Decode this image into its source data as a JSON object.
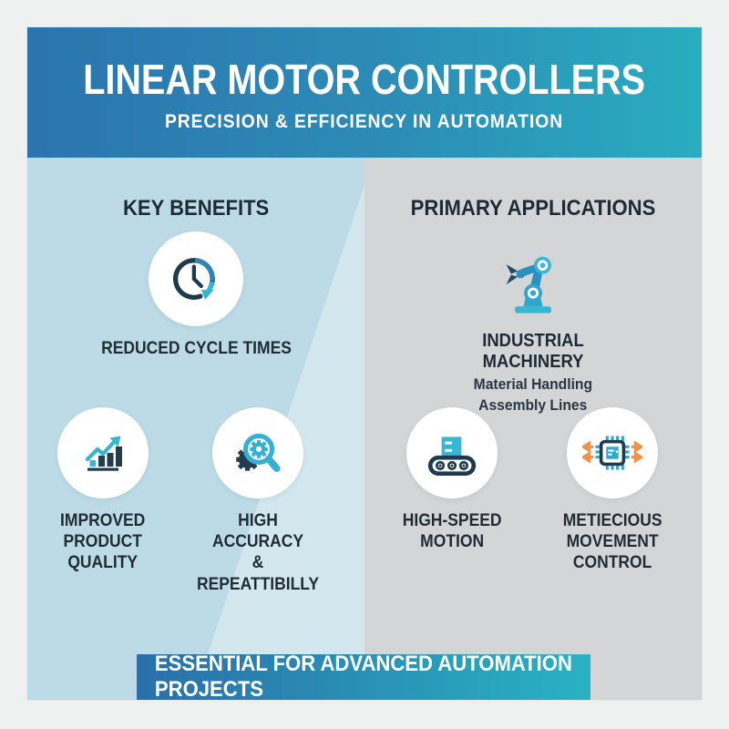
{
  "header": {
    "title": "LINEAR MOTOR CONTROLLERS",
    "subtitle": "PRECISION & EFFICIENCY IN AUTOMATION"
  },
  "left_column": {
    "heading": "KEY BENEFITS",
    "items": [
      {
        "icon": "clock-cycle-icon",
        "label": "REDUCED CYCLE TIMES"
      },
      {
        "icon": "bar-chart-growth-icon",
        "label": "IMPROVED\nPRODUCT\nQUALITY"
      },
      {
        "icon": "gear-magnifier-icon",
        "label": "HIGH ACCURACY\n& REPEATTIBILLY"
      }
    ]
  },
  "right_column": {
    "heading": "PRIMARY APPLICATIONS",
    "featured": {
      "icon": "robot-arm-icon",
      "title": "INDUSTRIAL MACHINERY",
      "sub1": "Material Handling",
      "sub2": "Assembly Lines"
    },
    "items": [
      {
        "icon": "conveyor-belt-icon",
        "label": "HIGH-SPEED\nMOTION"
      },
      {
        "icon": "microchip-arrows-icon",
        "label": "METIECIOUS\nMOVEMENT\nCONTROL"
      }
    ]
  },
  "footer": {
    "banner": "ESSENTIAL FOR ADVANCED AUTOMATION PROJECTS"
  },
  "colors": {
    "header_gradient_start": "#2b74ae",
    "header_gradient_end": "#29adbf",
    "left_column_bg": "#bcdbe6",
    "left_column_bg_light": "#d5e8ef",
    "right_column_bg": "#d4d5d6",
    "circle_bg": "#ffffff",
    "heading_text": "#1d2b38",
    "label_text": "#202c36",
    "footer_gradient_start": "#2a6fa7",
    "footer_gradient_end": "#29b2c3",
    "icon_navy": "#1e3a4e",
    "icon_blue": "#2d85b8",
    "icon_teal": "#35b4d4",
    "icon_orange": "#f0924c"
  }
}
